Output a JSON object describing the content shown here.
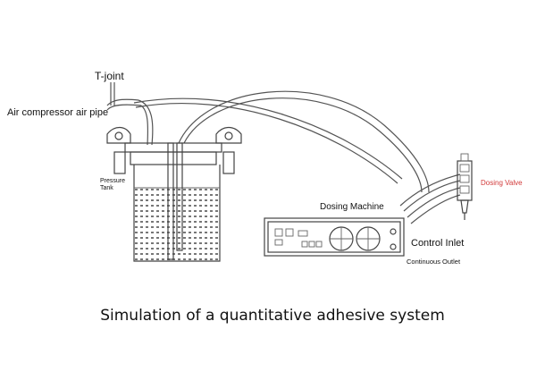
{
  "labels": {
    "t_joint": "T-joint",
    "air_pipe": "Air compressor air pipe",
    "pressure_tank_line1": "Pressure",
    "pressure_tank_line2": "Tank",
    "dosing_machine": "Dosing Machine",
    "control_inlet": "Control Inlet",
    "continuous_outlet": "Continuous Outlet",
    "dosing_valve": "Dosing Valve"
  },
  "caption": "Simulation of a quantitative adhesive system",
  "colors": {
    "background": "#ffffff",
    "line": "#444444",
    "label_text": "#111111",
    "dosing_valve_label": "#d23a3a"
  }
}
